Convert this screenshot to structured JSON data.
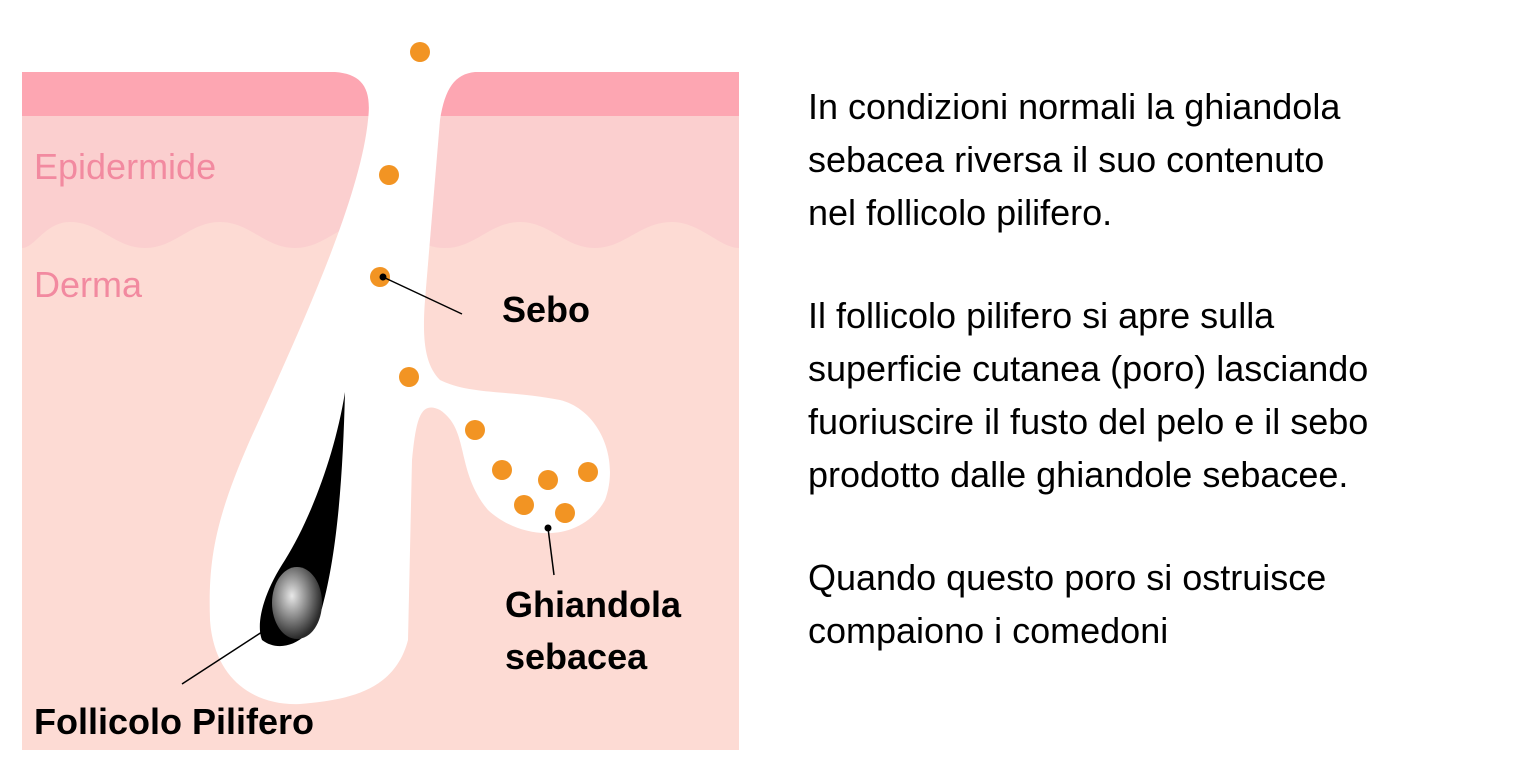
{
  "colors": {
    "epidermis_top": "#fda6b2",
    "epidermis": "#fbcfcf",
    "dermis": "#fddbd4",
    "label_pink": "#f28aa0",
    "sebum": "#f29423",
    "canal": "#ffffff",
    "hair": "#000000"
  },
  "icons": {
    "sebum": "orange-dot",
    "hair_bulb": "gray-radial-sphere"
  },
  "diagram": {
    "labels": {
      "epidermis": "Epidermide",
      "dermis": "Derma",
      "sebum": "Sebo",
      "gland_line1": "Ghiandola",
      "gland_line2": "sebacea",
      "follicle": "Follicolo Pilifero"
    }
  },
  "text": {
    "paragraphs": [
      {
        "lines": [
          "In condizioni normali la ghiandola",
          "sebacea riversa il suo contenuto",
          "nel follicolo pilifero."
        ]
      },
      {
        "lines": [
          "Il follicolo pilifero si apre sulla",
          "superficie cutanea (poro) lasciando",
          "fuoriuscire il fusto del pelo e il sebo",
          "prodotto dalle ghiandole sebacee."
        ]
      },
      {
        "lines": [
          "Quando questo poro si ostruisce",
          "compaiono i comedoni"
        ]
      }
    ]
  }
}
